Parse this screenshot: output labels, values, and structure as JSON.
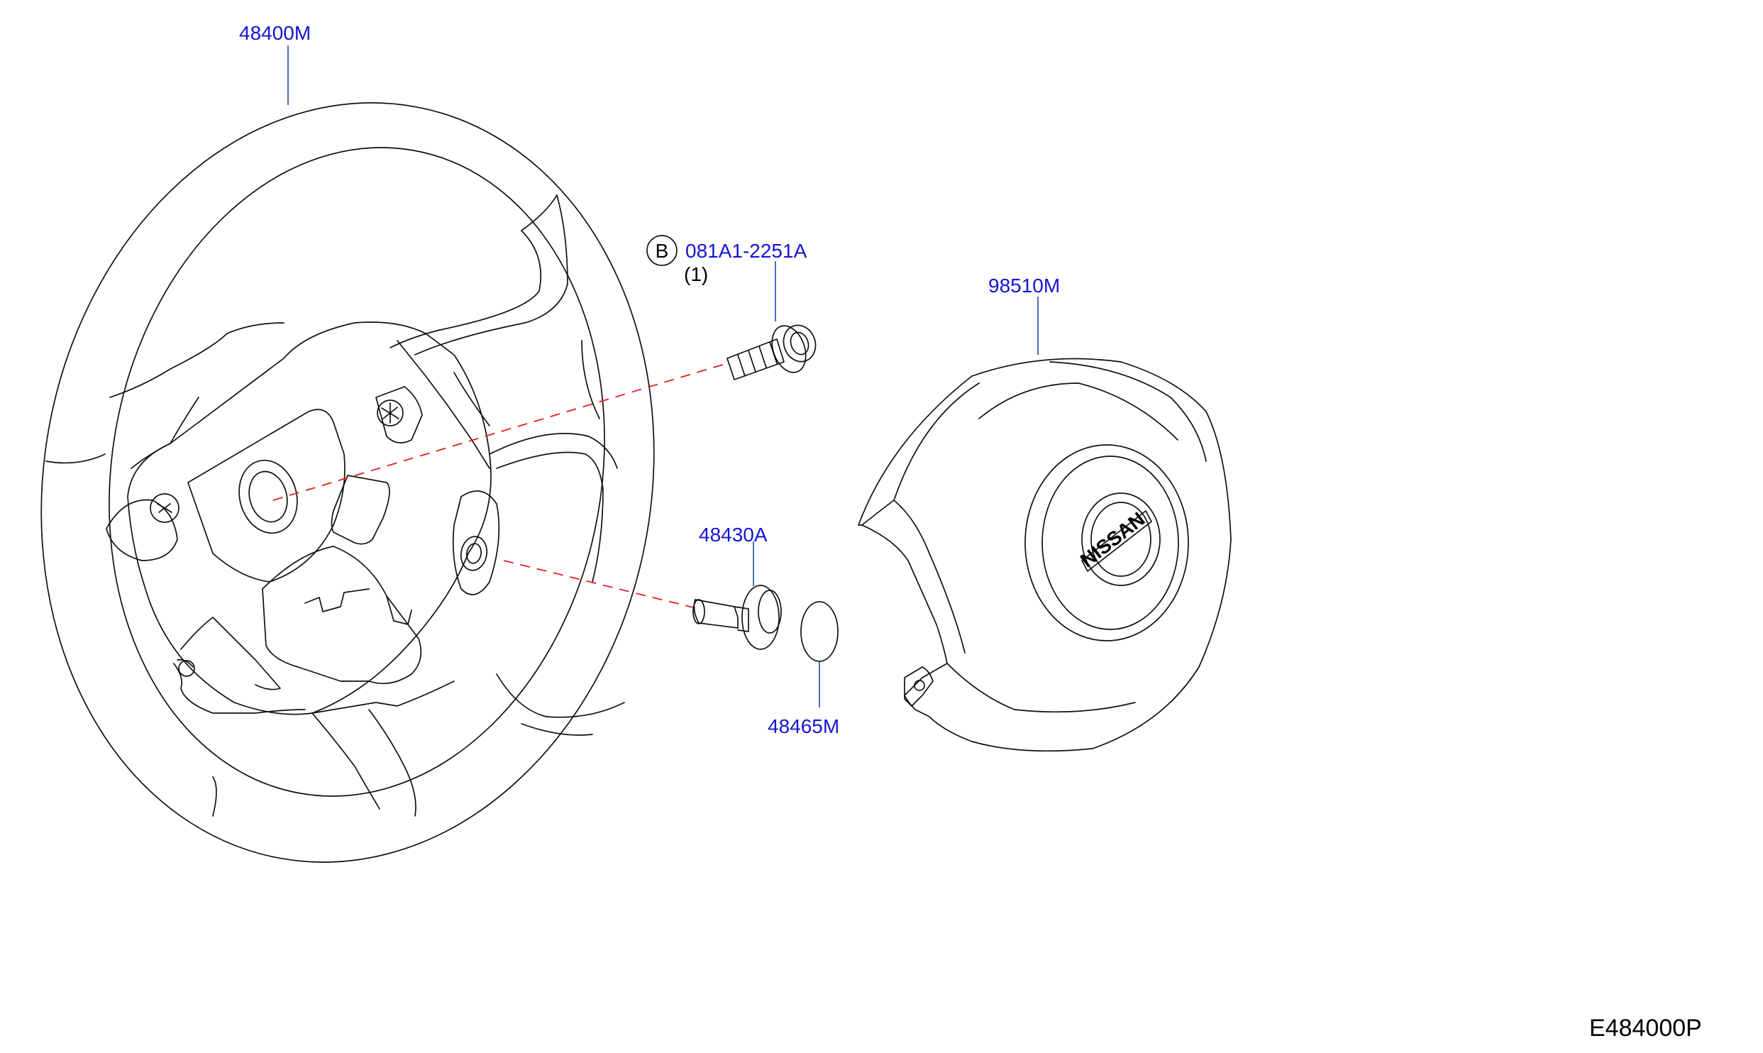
{
  "diagram": {
    "parts": {
      "steering_wheel": "48400M",
      "bolt": "081A1-2251A",
      "bolt_qty": "(1)",
      "bolt_ref": "B",
      "airbag_module": "98510M",
      "plug": "48430A",
      "cap": "48465M"
    },
    "emblem_text": "NISSAN",
    "figure_code": "E484000P",
    "colors": {
      "part_label": "#1414d6",
      "leader": "#3a5fb0",
      "dashed_guide": "#e0201e",
      "linework": "#111111"
    }
  }
}
